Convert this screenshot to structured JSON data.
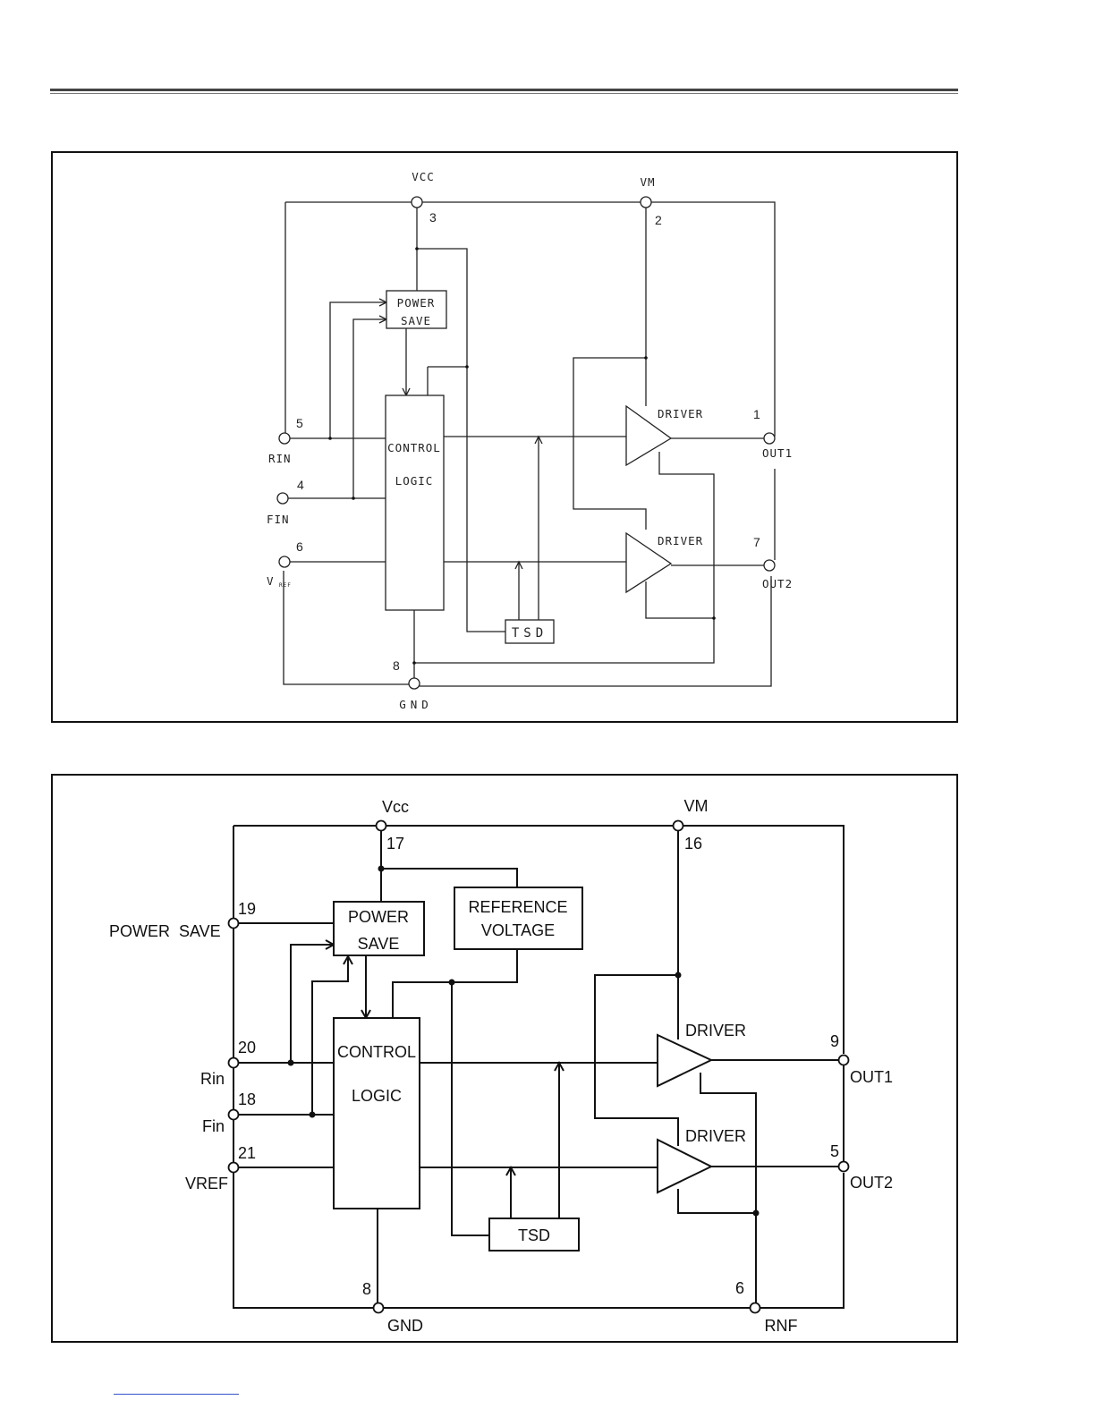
{
  "diagram1": {
    "pins": {
      "vcc": {
        "name": "VCC",
        "number": "3"
      },
      "vm": {
        "name": "VM",
        "number": "2"
      },
      "rin": {
        "name": "RIN",
        "number": "5"
      },
      "fin": {
        "name": "FIN",
        "number": "4"
      },
      "vref": {
        "name": "V",
        "subscript": "REF",
        "number": "6"
      },
      "gnd": {
        "name": "GND",
        "number": "8"
      },
      "out1": {
        "name": "OUT1",
        "number": "1"
      },
      "out2": {
        "name": "OUT2",
        "number": "7"
      }
    },
    "blocks": {
      "power_save": [
        "POWER",
        "SAVE"
      ],
      "control_logic": [
        "CONTROL",
        "LOGIC"
      ],
      "tsd": "TSD",
      "driver1": "DRIVER",
      "driver2": "DRIVER"
    }
  },
  "diagram2": {
    "pins": {
      "vcc": {
        "name": "Vcc",
        "number": "17"
      },
      "vm": {
        "name": "VM",
        "number": "16"
      },
      "power_save": {
        "name": "POWER  SAVE",
        "number": "19"
      },
      "rin": {
        "name": "Rin",
        "number": "20"
      },
      "fin": {
        "name": "Fin",
        "number": "18"
      },
      "vref": {
        "name": "VREF",
        "number": "21"
      },
      "gnd": {
        "name": "GND",
        "number": "8"
      },
      "rnf": {
        "name": "RNF",
        "number": "6"
      },
      "out1": {
        "name": "OUT1",
        "number": "9"
      },
      "out2": {
        "name": "OUT2",
        "number": "5"
      }
    },
    "blocks": {
      "power_save": [
        "POWER",
        "SAVE"
      ],
      "reference_voltage": [
        "REFERENCE",
        "VOLTAGE"
      ],
      "control_logic": [
        "CONTROL",
        "LOGIC"
      ],
      "tsd": "TSD",
      "driver1": "DRIVER",
      "driver2": "DRIVER"
    }
  }
}
